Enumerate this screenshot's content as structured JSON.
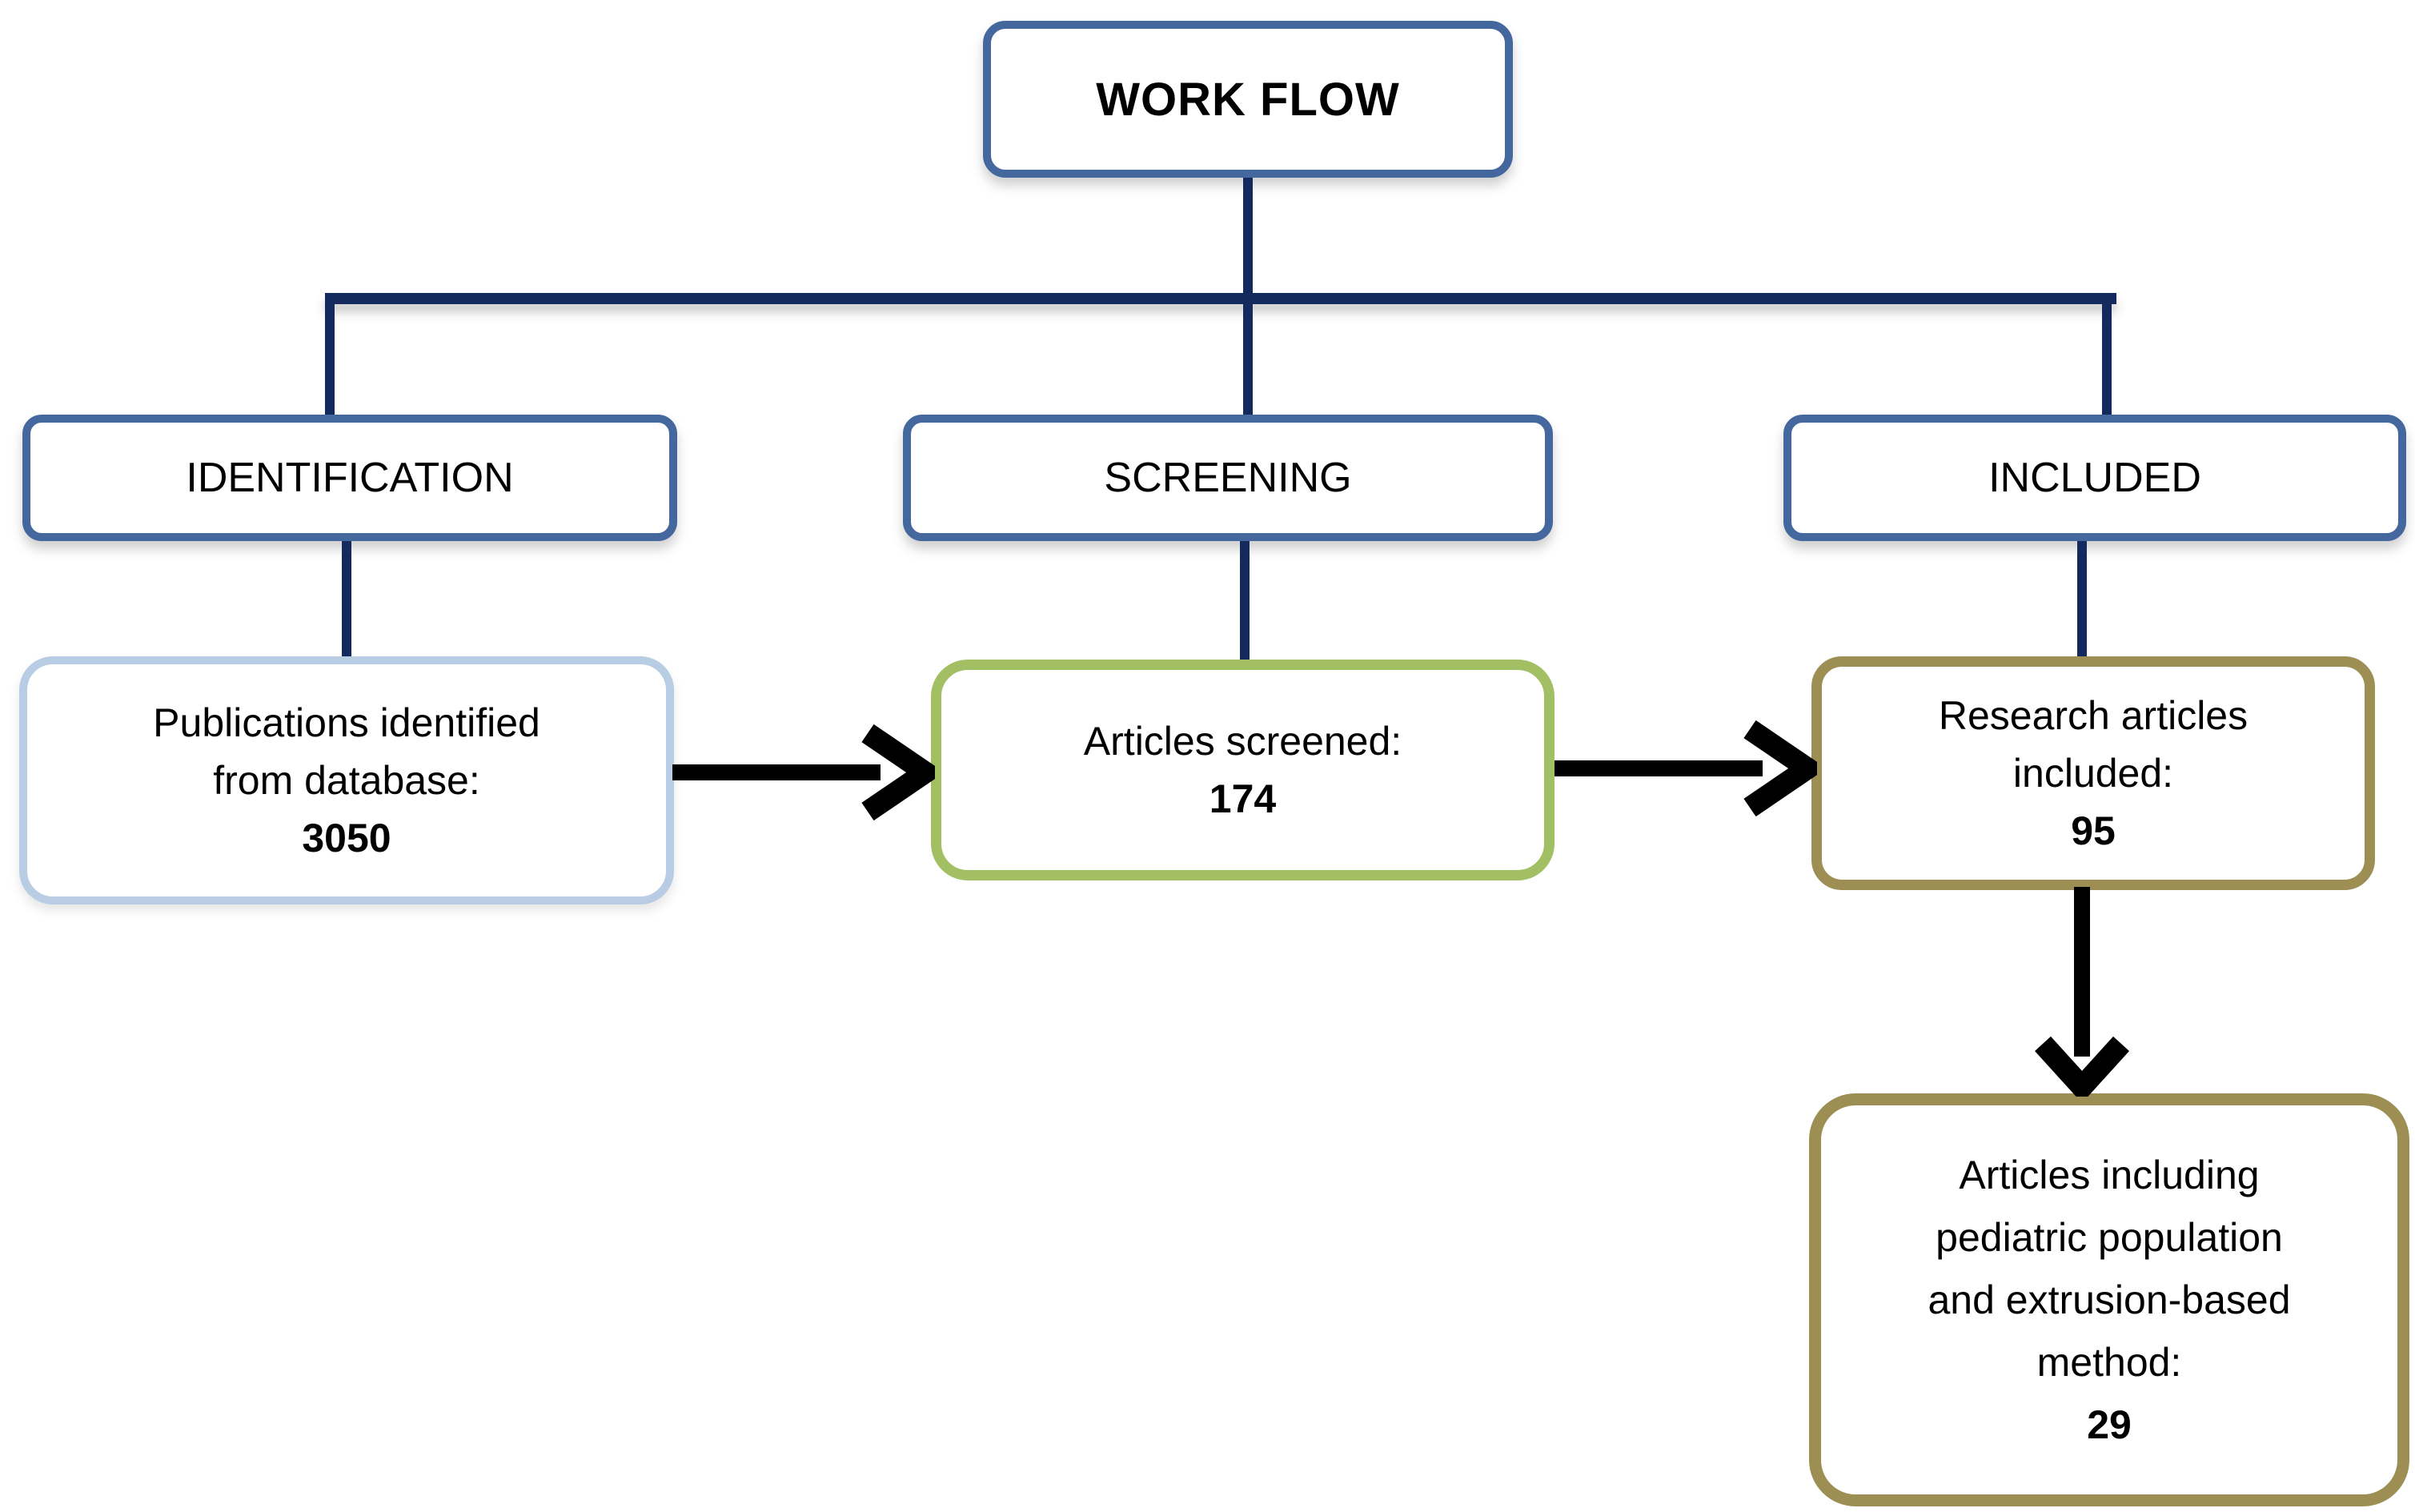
{
  "workflow": {
    "title": "WORK FLOW"
  },
  "stages": [
    {
      "id": "identification",
      "label": "IDENTIFICATION"
    },
    {
      "id": "screening",
      "label": "SCREENING"
    },
    {
      "id": "included",
      "label": "INCLUDED"
    }
  ],
  "nodes": {
    "publications": {
      "lines": [
        "Publications identified",
        "from database:"
      ],
      "value": "3050"
    },
    "screened": {
      "lines": [
        "Articles screened:"
      ],
      "value": "174"
    },
    "included": {
      "lines": [
        "Research articles",
        "included:"
      ],
      "value": "95"
    },
    "pediatric": {
      "lines": [
        "Articles including",
        "pediatric population",
        "and extrusion-based",
        "method:"
      ],
      "value": "29"
    }
  },
  "colors": {
    "steel": "#44689E",
    "navy": "#142A5E",
    "lightblue": "#B8CCE4",
    "green": "#A2BF63",
    "olive": "#9D8F54",
    "arrow": "#000000"
  }
}
